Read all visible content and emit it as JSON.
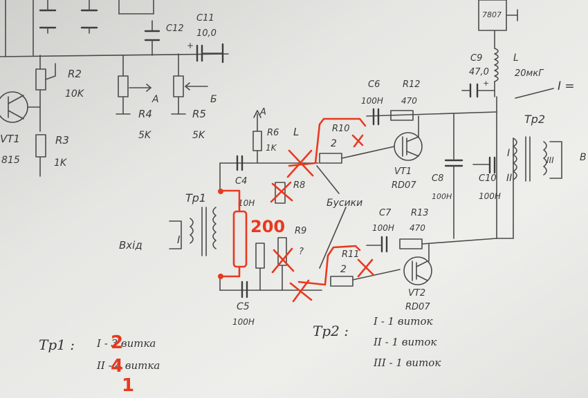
{
  "colors": {
    "paper": "#e9e9e6",
    "pencil": "#4a4a4a",
    "marker": "#e8391f"
  },
  "labels": {
    "r2": "R2",
    "r2v": "10K",
    "r3": "R3",
    "r3v": "1K",
    "r4": "R4",
    "r4v": "5K",
    "r5": "R5",
    "r5v": "5K",
    "r6": "R6",
    "r6v": "1K",
    "r8": "R8",
    "r9": "R9",
    "r10": "R10",
    "r10v": "2",
    "r11": "R11",
    "r11v": "2",
    "r12": "R12",
    "r12v": "470",
    "r13": "R13",
    "r13v": "470",
    "c4": "C4",
    "c4v": "10H",
    "c5": "C5",
    "c5v": "100H",
    "c6": "C6",
    "c6v": "100H",
    "c7": "C7",
    "c7v": "100H",
    "c8": "C8",
    "c8v": "100H",
    "c9": "C9",
    "c9v": "47,0",
    "c10": "C10",
    "c10v": "100H",
    "c11": "C11",
    "c11v": "10,0",
    "c12": "C12",
    "vt1": "VT1",
    "vt1v": "815",
    "vt1b": "VT1",
    "vt1bv": "RD07",
    "vt2": "VT2",
    "vt2v": "RD07",
    "tp1": "Tp1",
    "tp2": "Tp2",
    "vhid": "Вхід",
    "busyky": "Бусики",
    "pointA": "A",
    "pointA2": "A",
    "pointB": "Б",
    "L": "L",
    "L_val": "20мкГ",
    "L2": "L",
    "Lq": "?",
    "ic": "7807",
    "i_eq": "I =",
    "coil_I": "I",
    "coil_II": "II",
    "coil_III": "III",
    "tp1_note_I": "I - 3 витка",
    "tp1_note_II": "II - 4 витка",
    "tp1_colon": "Tp1 :",
    "tp2_colon": "Tp2 :",
    "tp2_note_I": "I - 1 виток",
    "tp2_note_II": "II - 1 виток",
    "tp2_note_III": "III - 1 виток",
    "red_200": "200",
    "red_2": "2",
    "red_4": "4",
    "red_1": "1",
    "edge_b": "B"
  }
}
